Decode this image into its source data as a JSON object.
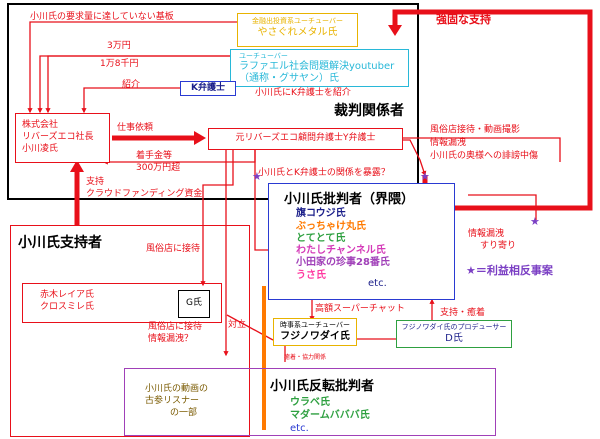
{
  "colors": {
    "red": "#e8101a",
    "yellow": "#e8b300",
    "cyan": "#28b8d8",
    "blue": "#2a3ad2",
    "purple": "#a040b8",
    "green": "#2ea040",
    "orange": "#ff7a00",
    "pink": "#ff3aa0",
    "navy": "#1b1f8a"
  },
  "top_left_label": "小川氏の要求量に達していない基板",
  "strong_support": "強固な支持",
  "yasagure": {
    "label": "金融出投資系ユーチューバー",
    "name": "やさぐれメタル氏"
  },
  "raphael": {
    "label": "ユーチューバー",
    "name1": "ラファエル社会問題解決youtuber",
    "name2": "（通称・グサヤン）氏"
  },
  "amount1": "3万円",
  "amount2": "1万8千円",
  "introduce": "紹介",
  "k_lawyer": "K弁護士",
  "k_lawyer_intro": "小川氏にK弁護士を紹介",
  "saiban": "裁判関係者",
  "company": {
    "line1": "株式会社",
    "line2": "リバーズエコ社長",
    "line3": "小川凌氏"
  },
  "job_request": "仕事依頼",
  "fee": {
    "line1": "着手金等",
    "line2": "300万円超"
  },
  "y_lawyer": "元リバーズエコ顧問弁護士Y弁護士",
  "y_q": "小川氏とK弁護士の関係を暴露？",
  "fuzoku_info": {
    "line1": "風俗店接待・動画撮影",
    "line2": "情報漏洩",
    "line3": "小川氏の奥様への誹謗中傷"
  },
  "support_cf": {
    "line1": "支持",
    "line2": "クラウドファンディング資金"
  },
  "supporters": "小川氏支持者",
  "fuzoku_settai": "風俗店に接待",
  "akagi": {
    "line1": "赤木レイア氏",
    "line2": "クロスミレ氏"
  },
  "g_person": "G氏",
  "critics": {
    "title": "小川氏批判者（界隈）",
    "names": [
      "旗コウジ氏",
      "ぶっちゃけ丸氏",
      "とてとて氏",
      "わたしチャンネル氏",
      "小田家の珍事28番氏",
      "うさ氏"
    ],
    "etc": "etc."
  },
  "info_leak": {
    "line1": "情報漏洩",
    "line2": "すり寄り"
  },
  "conflict": "★＝利益相反事案",
  "high_superchat": "高額スーパーチャット",
  "taiji": "対立",
  "fuzoku_leak": {
    "line1": "風俗店に接待",
    "line2": "情報漏洩？"
  },
  "fujinowadai": {
    "label": "時事系ユーチューバー",
    "name": "フジノワダイ氏"
  },
  "support_yugu": "支持・癒着",
  "producer": {
    "label": "フジノワダイ氏のプロデューサー",
    "name": "D氏"
  },
  "yugu_small": "癒着・協力関係",
  "anti_critics": {
    "title": "小川氏反転批判者",
    "names": [
      "ウラベ氏",
      "マダームバババ氏"
    ],
    "etc": "etc."
  },
  "old_listeners": {
    "line1": "小川氏の動画の",
    "line2": "古参リスナー",
    "line3": "の一部"
  }
}
